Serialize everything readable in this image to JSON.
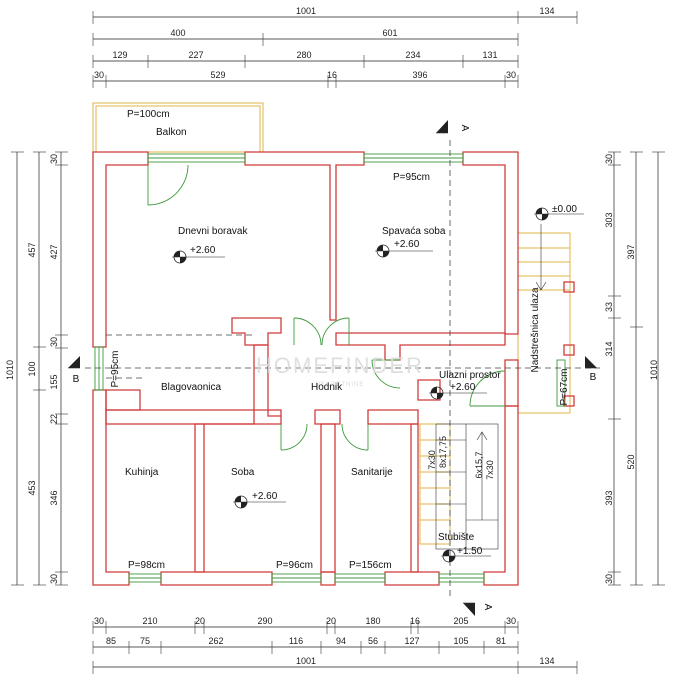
{
  "dims": {
    "top_row1": [
      "1001",
      "134"
    ],
    "top_row2": [
      "400",
      "601"
    ],
    "top_row3": [
      "129",
      "227",
      "280",
      "234",
      "131"
    ],
    "top_row4": [
      "30",
      "529",
      "16",
      "396",
      "30"
    ],
    "bottom_row1": [
      "30",
      "210",
      "20",
      "290",
      "20",
      "180",
      "16",
      "205",
      "30"
    ],
    "bottom_row2": [
      "85",
      "75",
      "262",
      "116",
      "94",
      "56",
      "127",
      "105",
      "81"
    ],
    "bottom_row3": [
      "1001",
      "134"
    ],
    "left_outer": [
      "1010"
    ],
    "left_mid": [
      "457",
      "100",
      "453"
    ],
    "left_inner": [
      "30",
      "427",
      "30",
      "155",
      "22",
      "346",
      "30"
    ],
    "right_outer": [
      "1010"
    ],
    "right_mid": [
      "397",
      "520"
    ],
    "right_inner": [
      "30",
      "303",
      "33",
      "314",
      "393",
      "30"
    ]
  },
  "rooms": {
    "balkon": "Balkon",
    "dnevni": "Dnevni boravak",
    "spavaca": "Spavaća soba",
    "blagovaonica": "Blagovaonica",
    "hodnik": "Hodnik",
    "ulazni": "Ulazni prostor",
    "kuhinja": "Kuhinja",
    "soba": "Soba",
    "sanitarije": "Sanitarije",
    "stubiste": "Stubište",
    "nadstresnica": "Nadstrešnica ulaza"
  },
  "levels": {
    "dnevni": "+2.60",
    "spavaca": "+2.60",
    "ulazni": "+2.60",
    "soba": "+2.60",
    "entry": "±0.00",
    "stubiste": "+1.50"
  },
  "openings": {
    "balkon": "P=100cm",
    "spavaca": "P=95cm",
    "blagovaonica": "P=95cm",
    "kuhinja": "P=98cm",
    "soba": "P=96cm",
    "sanitarije": "P=156cm",
    "ulaz": "P=67cm"
  },
  "stairs": {
    "flight1_a": "7x30",
    "flight1_b": "8x17,75",
    "flight2_a": "6x15,7",
    "flight2_b": "7x30"
  },
  "sections": {
    "a_top": "A",
    "a_bottom": "A",
    "b_left": "B",
    "b_right": "B"
  },
  "watermark": {
    "main": "HOMEFINDER",
    "sub": "NEKRETNINE"
  }
}
